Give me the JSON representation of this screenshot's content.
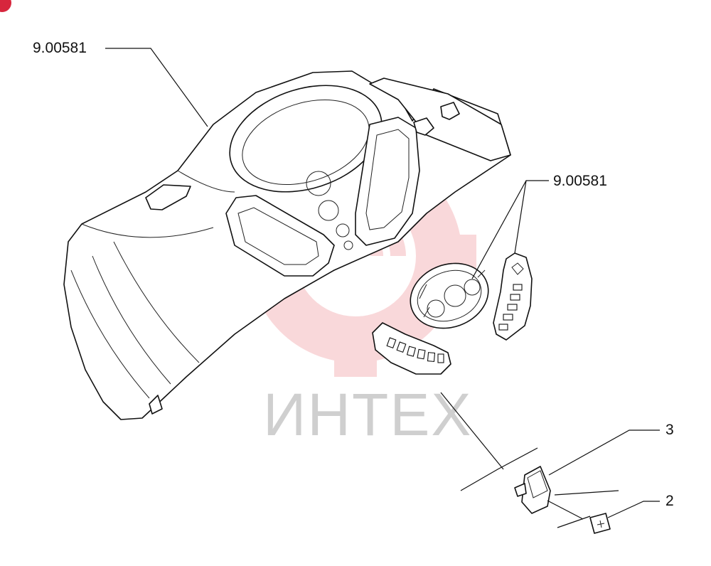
{
  "callouts": [
    {
      "id": "dashboard-housing",
      "label": "9.00581"
    },
    {
      "id": "instrument-cluster",
      "label": "9.00581"
    },
    {
      "id": "switch",
      "label": "3"
    },
    {
      "id": "switch-symbol",
      "label": "2"
    }
  ],
  "watermark": {
    "text": "ИНТЕХ",
    "color": "#e8545a"
  },
  "corner_badge": {
    "color": "#d7263d"
  }
}
